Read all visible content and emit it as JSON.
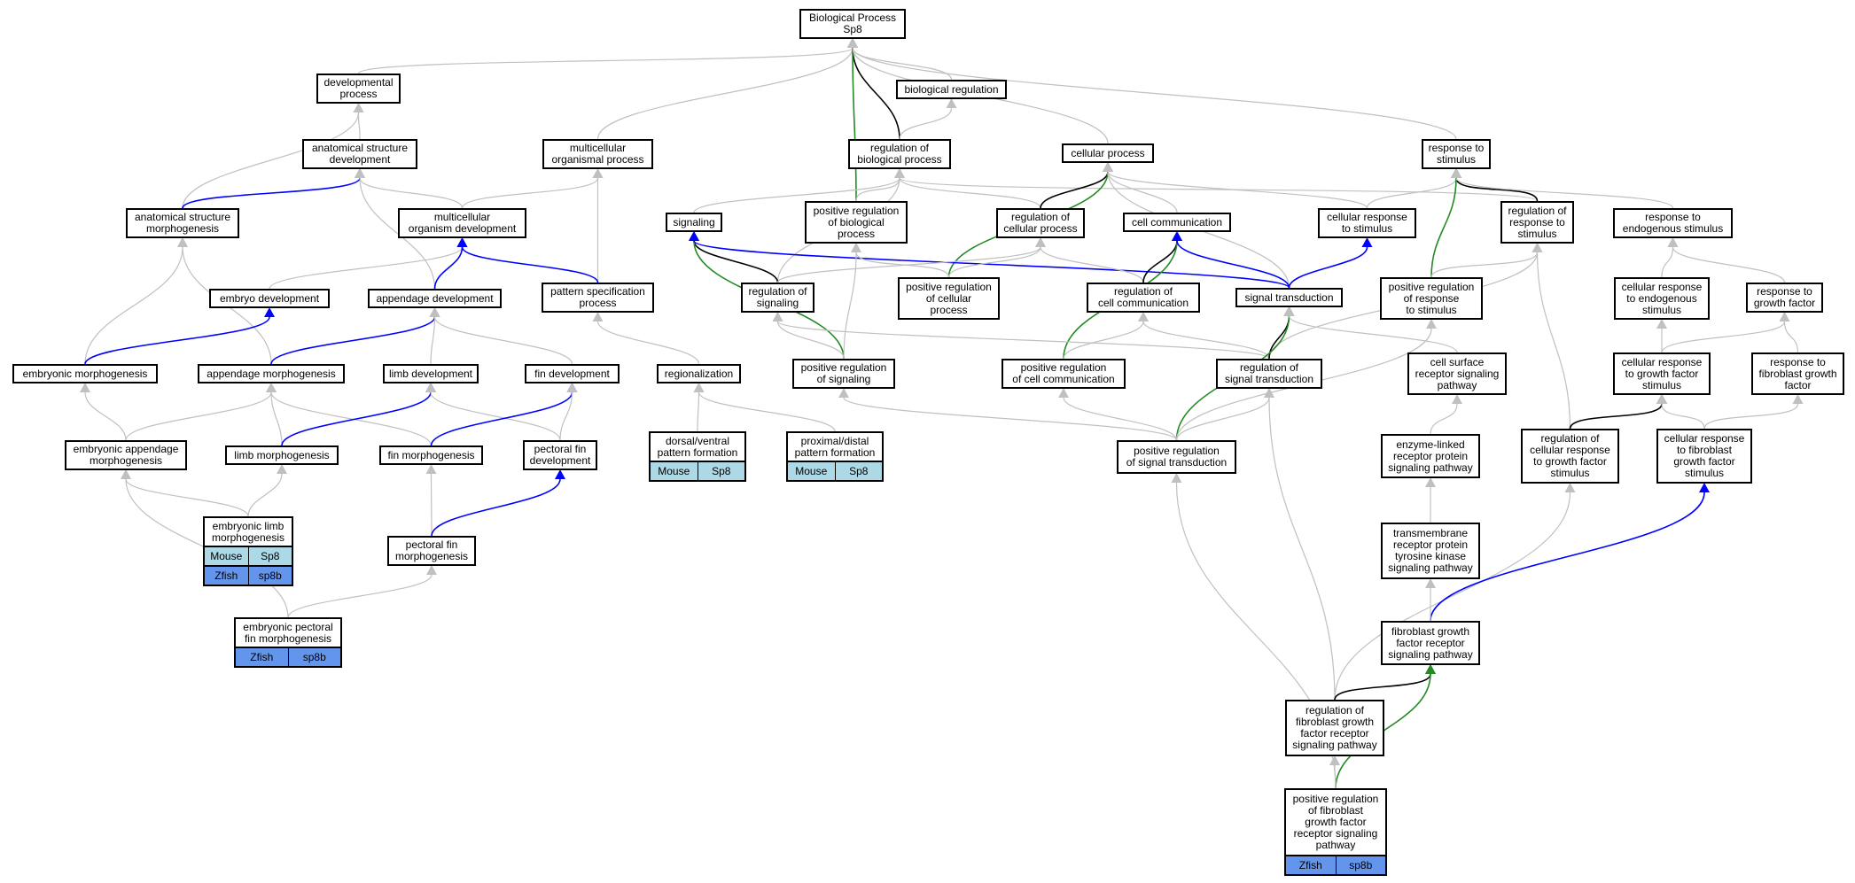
{
  "colors": {
    "gray_edge": "#c0c0c0",
    "black_edge": "#000000",
    "blue_edge": "#0000ff",
    "green_edge": "#228b22",
    "mouse_fill": "#add8e6",
    "zfish_fill": "#6495ed"
  },
  "nodes": {
    "bp": "Biological Process\nSp8",
    "devproc": "developmental\nprocess",
    "bioreg": "biological regulation",
    "asd": "anatomical structure\ndevelopment",
    "mop": "multicellular\norganismal process",
    "rbp": "regulation of\nbiological process",
    "cellproc": "cellular process",
    "rts": "response to\nstimulus",
    "asm": "anatomical structure\nmorphogenesis",
    "mod": "multicellular\norganism development",
    "signaling": "signaling",
    "prbp": "positive regulation\nof biological\nprocess",
    "rcp": "regulation of\ncellular process",
    "cellcomm": "cell communication",
    "crts": "cellular response\nto stimulus",
    "rrts": "regulation of\nresponse to\nstimulus",
    "rtes": "response to\nendogenous stimulus",
    "embdev": "embryo development",
    "appdev": "appendage development",
    "patspec": "pattern specification\nprocess",
    "regsig": "regulation of\nsignaling",
    "prcp": "positive regulation\nof cellular\nprocess",
    "regcc": "regulation of\ncell communication",
    "sigtrans": "signal transduction",
    "prrts": "positive regulation\nof response\nto stimulus",
    "crtes": "cellular response\nto endogenous\nstimulus",
    "rtgf": "response to\ngrowth factor",
    "embmorph": "embryonic morphogenesis",
    "appmorph": "appendage morphogenesis",
    "limbdev": "limb development",
    "findev": "fin development",
    "regionalization": "regionalization",
    "prsig": "positive regulation\nof signaling",
    "prcc": "positive regulation\nof cell communication",
    "regst": "regulation of\nsignal transduction",
    "csrsp": "cell surface\nreceptor signaling\npathway",
    "crgfs": "cellular response\nto growth factor\nstimulus",
    "rtfgf": "response to\nfibroblast growth\nfactor",
    "eam": "embryonic appendage\nmorphogenesis",
    "limbmorph": "limb morphogenesis",
    "finmorph": "fin morphogenesis",
    "pfd": "pectoral fin\ndevelopment",
    "dvpf": "dorsal/ventral\npattern formation",
    "pdpf": "proximal/distal\npattern formation",
    "prst": "positive regulation\nof signal transduction",
    "elrpsp": "enzyme-linked\nreceptor protein\nsignaling pathway",
    "rcrgfs": "regulation of\ncellular response\nto growth factor\nstimulus",
    "crtfgfs": "cellular response\nto fibroblast\ngrowth factor\nstimulus",
    "elm": "embryonic limb\nmorphogenesis",
    "pfm": "pectoral fin\nmorphogenesis",
    "tmrptk": "transmembrane\nreceptor protein\ntyrosine kinase\nsignaling pathway",
    "epfm": "embryonic pectoral\nfin morphogenesis",
    "fgfrsp": "fibroblast growth\nfactor receptor\nsignaling pathway",
    "rfgfrsp": "regulation of\nfibroblast growth\nfactor receptor\nsignaling pathway",
    "prfgfrsp": "positive regulation\nof fibroblast\ngrowth factor\nreceptor signaling\npathway"
  },
  "annotations": {
    "dvpf": [
      [
        "Mouse",
        "Sp8"
      ]
    ],
    "pdpf": [
      [
        "Mouse",
        "Sp8"
      ]
    ],
    "elm": [
      [
        "Mouse",
        "Sp8"
      ],
      [
        "Zfish",
        "sp8b"
      ]
    ],
    "epfm": [
      [
        "Zfish",
        "sp8b"
      ]
    ],
    "prfgfrsp": [
      [
        "Zfish",
        "sp8b"
      ]
    ]
  },
  "edges": [
    [
      "devproc",
      "bp",
      "gray"
    ],
    [
      "mop",
      "bp",
      "gray"
    ],
    [
      "bioreg",
      "bp",
      "gray"
    ],
    [
      "rbp",
      "bp",
      "black"
    ],
    [
      "prbp",
      "bp",
      "green"
    ],
    [
      "cellproc",
      "bp",
      "gray"
    ],
    [
      "rts",
      "bp",
      "gray"
    ],
    [
      "asd",
      "devproc",
      "gray"
    ],
    [
      "asm",
      "devproc",
      "gray"
    ],
    [
      "rbp",
      "bioreg",
      "gray"
    ],
    [
      "asm",
      "asd",
      "blue"
    ],
    [
      "mod",
      "asd",
      "gray"
    ],
    [
      "appdev",
      "asd",
      "gray"
    ],
    [
      "mod",
      "mop",
      "gray"
    ],
    [
      "patspec",
      "mop",
      "gray"
    ],
    [
      "signaling",
      "rbp",
      "gray"
    ],
    [
      "prbp",
      "rbp",
      "gray"
    ],
    [
      "rcp",
      "rbp",
      "gray"
    ],
    [
      "regsig",
      "rbp",
      "gray"
    ],
    [
      "rrts",
      "rbp",
      "gray"
    ],
    [
      "rcp",
      "cellproc",
      "black"
    ],
    [
      "cellcomm",
      "cellproc",
      "gray"
    ],
    [
      "prcp",
      "cellproc",
      "green"
    ],
    [
      "sigtrans",
      "cellproc",
      "gray"
    ],
    [
      "crts",
      "cellproc",
      "gray"
    ],
    [
      "crts",
      "rts",
      "gray"
    ],
    [
      "rrts",
      "rts",
      "black"
    ],
    [
      "prrts",
      "rts",
      "green"
    ],
    [
      "rtes",
      "rts",
      "gray"
    ],
    [
      "embmorph",
      "asm",
      "gray"
    ],
    [
      "appmorph",
      "asm",
      "gray"
    ],
    [
      "embdev",
      "mod",
      "gray"
    ],
    [
      "appdev",
      "mod",
      "blue"
    ],
    [
      "patspec",
      "mod",
      "blue"
    ],
    [
      "regsig",
      "signaling",
      "black"
    ],
    [
      "prsig",
      "signaling",
      "green"
    ],
    [
      "sigtrans",
      "signaling",
      "blue"
    ],
    [
      "prcp",
      "prbp",
      "gray"
    ],
    [
      "prsig",
      "prbp",
      "gray"
    ],
    [
      "prcp",
      "rcp",
      "gray"
    ],
    [
      "regcc",
      "rcp",
      "gray"
    ],
    [
      "regsig",
      "rcp",
      "gray"
    ],
    [
      "regcc",
      "cellcomm",
      "black"
    ],
    [
      "prcc",
      "cellcomm",
      "green"
    ],
    [
      "sigtrans",
      "cellcomm",
      "blue"
    ],
    [
      "sigtrans",
      "crts",
      "blue"
    ],
    [
      "prrts",
      "rrts",
      "gray"
    ],
    [
      "regst",
      "rrts",
      "gray"
    ],
    [
      "rcrgfs",
      "rrts",
      "gray"
    ],
    [
      "crtes",
      "rtes",
      "gray"
    ],
    [
      "rtgf",
      "rtes",
      "gray"
    ],
    [
      "embmorph",
      "embdev",
      "blue"
    ],
    [
      "appmorph",
      "appdev",
      "blue"
    ],
    [
      "limbdev",
      "appdev",
      "gray"
    ],
    [
      "findev",
      "appdev",
      "gray"
    ],
    [
      "regionalization",
      "patspec",
      "gray"
    ],
    [
      "prsig",
      "regsig",
      "gray"
    ],
    [
      "regst",
      "regsig",
      "gray"
    ],
    [
      "prcc",
      "regcc",
      "gray"
    ],
    [
      "regst",
      "regcc",
      "gray"
    ],
    [
      "regst",
      "sigtrans",
      "black"
    ],
    [
      "prst",
      "sigtrans",
      "green"
    ],
    [
      "csrsp",
      "sigtrans",
      "gray"
    ],
    [
      "prst",
      "prrts",
      "gray"
    ],
    [
      "crgfs",
      "crtes",
      "gray"
    ],
    [
      "crgfs",
      "rtgf",
      "gray"
    ],
    [
      "rtfgf",
      "rtgf",
      "gray"
    ],
    [
      "eam",
      "embmorph",
      "gray"
    ],
    [
      "eam",
      "appmorph",
      "gray"
    ],
    [
      "limbmorph",
      "appmorph",
      "gray"
    ],
    [
      "finmorph",
      "appmorph",
      "gray"
    ],
    [
      "limbmorph",
      "limbdev",
      "blue"
    ],
    [
      "pfd",
      "limbdev",
      "gray"
    ],
    [
      "finmorph",
      "findev",
      "blue"
    ],
    [
      "pfd",
      "findev",
      "gray"
    ],
    [
      "dvpf",
      "regionalization",
      "gray"
    ],
    [
      "pdpf",
      "regionalization",
      "gray"
    ],
    [
      "prst",
      "prsig",
      "gray"
    ],
    [
      "prst",
      "prcc",
      "gray"
    ],
    [
      "prst",
      "regst",
      "gray"
    ],
    [
      "rfgfrsp",
      "regst",
      "gray"
    ],
    [
      "elrpsp",
      "csrsp",
      "gray"
    ],
    [
      "rcrgfs",
      "crgfs",
      "black"
    ],
    [
      "crtfgfs",
      "crgfs",
      "gray"
    ],
    [
      "crtfgfs",
      "rtfgf",
      "gray"
    ],
    [
      "elm",
      "eam",
      "gray"
    ],
    [
      "epfm",
      "eam",
      "gray"
    ],
    [
      "elm",
      "limbmorph",
      "gray"
    ],
    [
      "pfm",
      "finmorph",
      "gray"
    ],
    [
      "pfm",
      "pfd",
      "blue"
    ],
    [
      "tmrptk",
      "elrpsp",
      "gray"
    ],
    [
      "rfgfrsp",
      "rcrgfs",
      "gray"
    ],
    [
      "fgfrsp",
      "crtfgfs",
      "blue"
    ],
    [
      "epfm",
      "pfm",
      "gray"
    ],
    [
      "fgfrsp",
      "tmrptk",
      "gray"
    ],
    [
      "rfgfrsp",
      "fgfrsp",
      "black"
    ],
    [
      "prfgfrsp",
      "fgfrsp",
      "green"
    ],
    [
      "prfgfrsp",
      "rfgfrsp",
      "gray"
    ],
    [
      "prfgfrsp",
      "prst",
      "gray"
    ]
  ]
}
